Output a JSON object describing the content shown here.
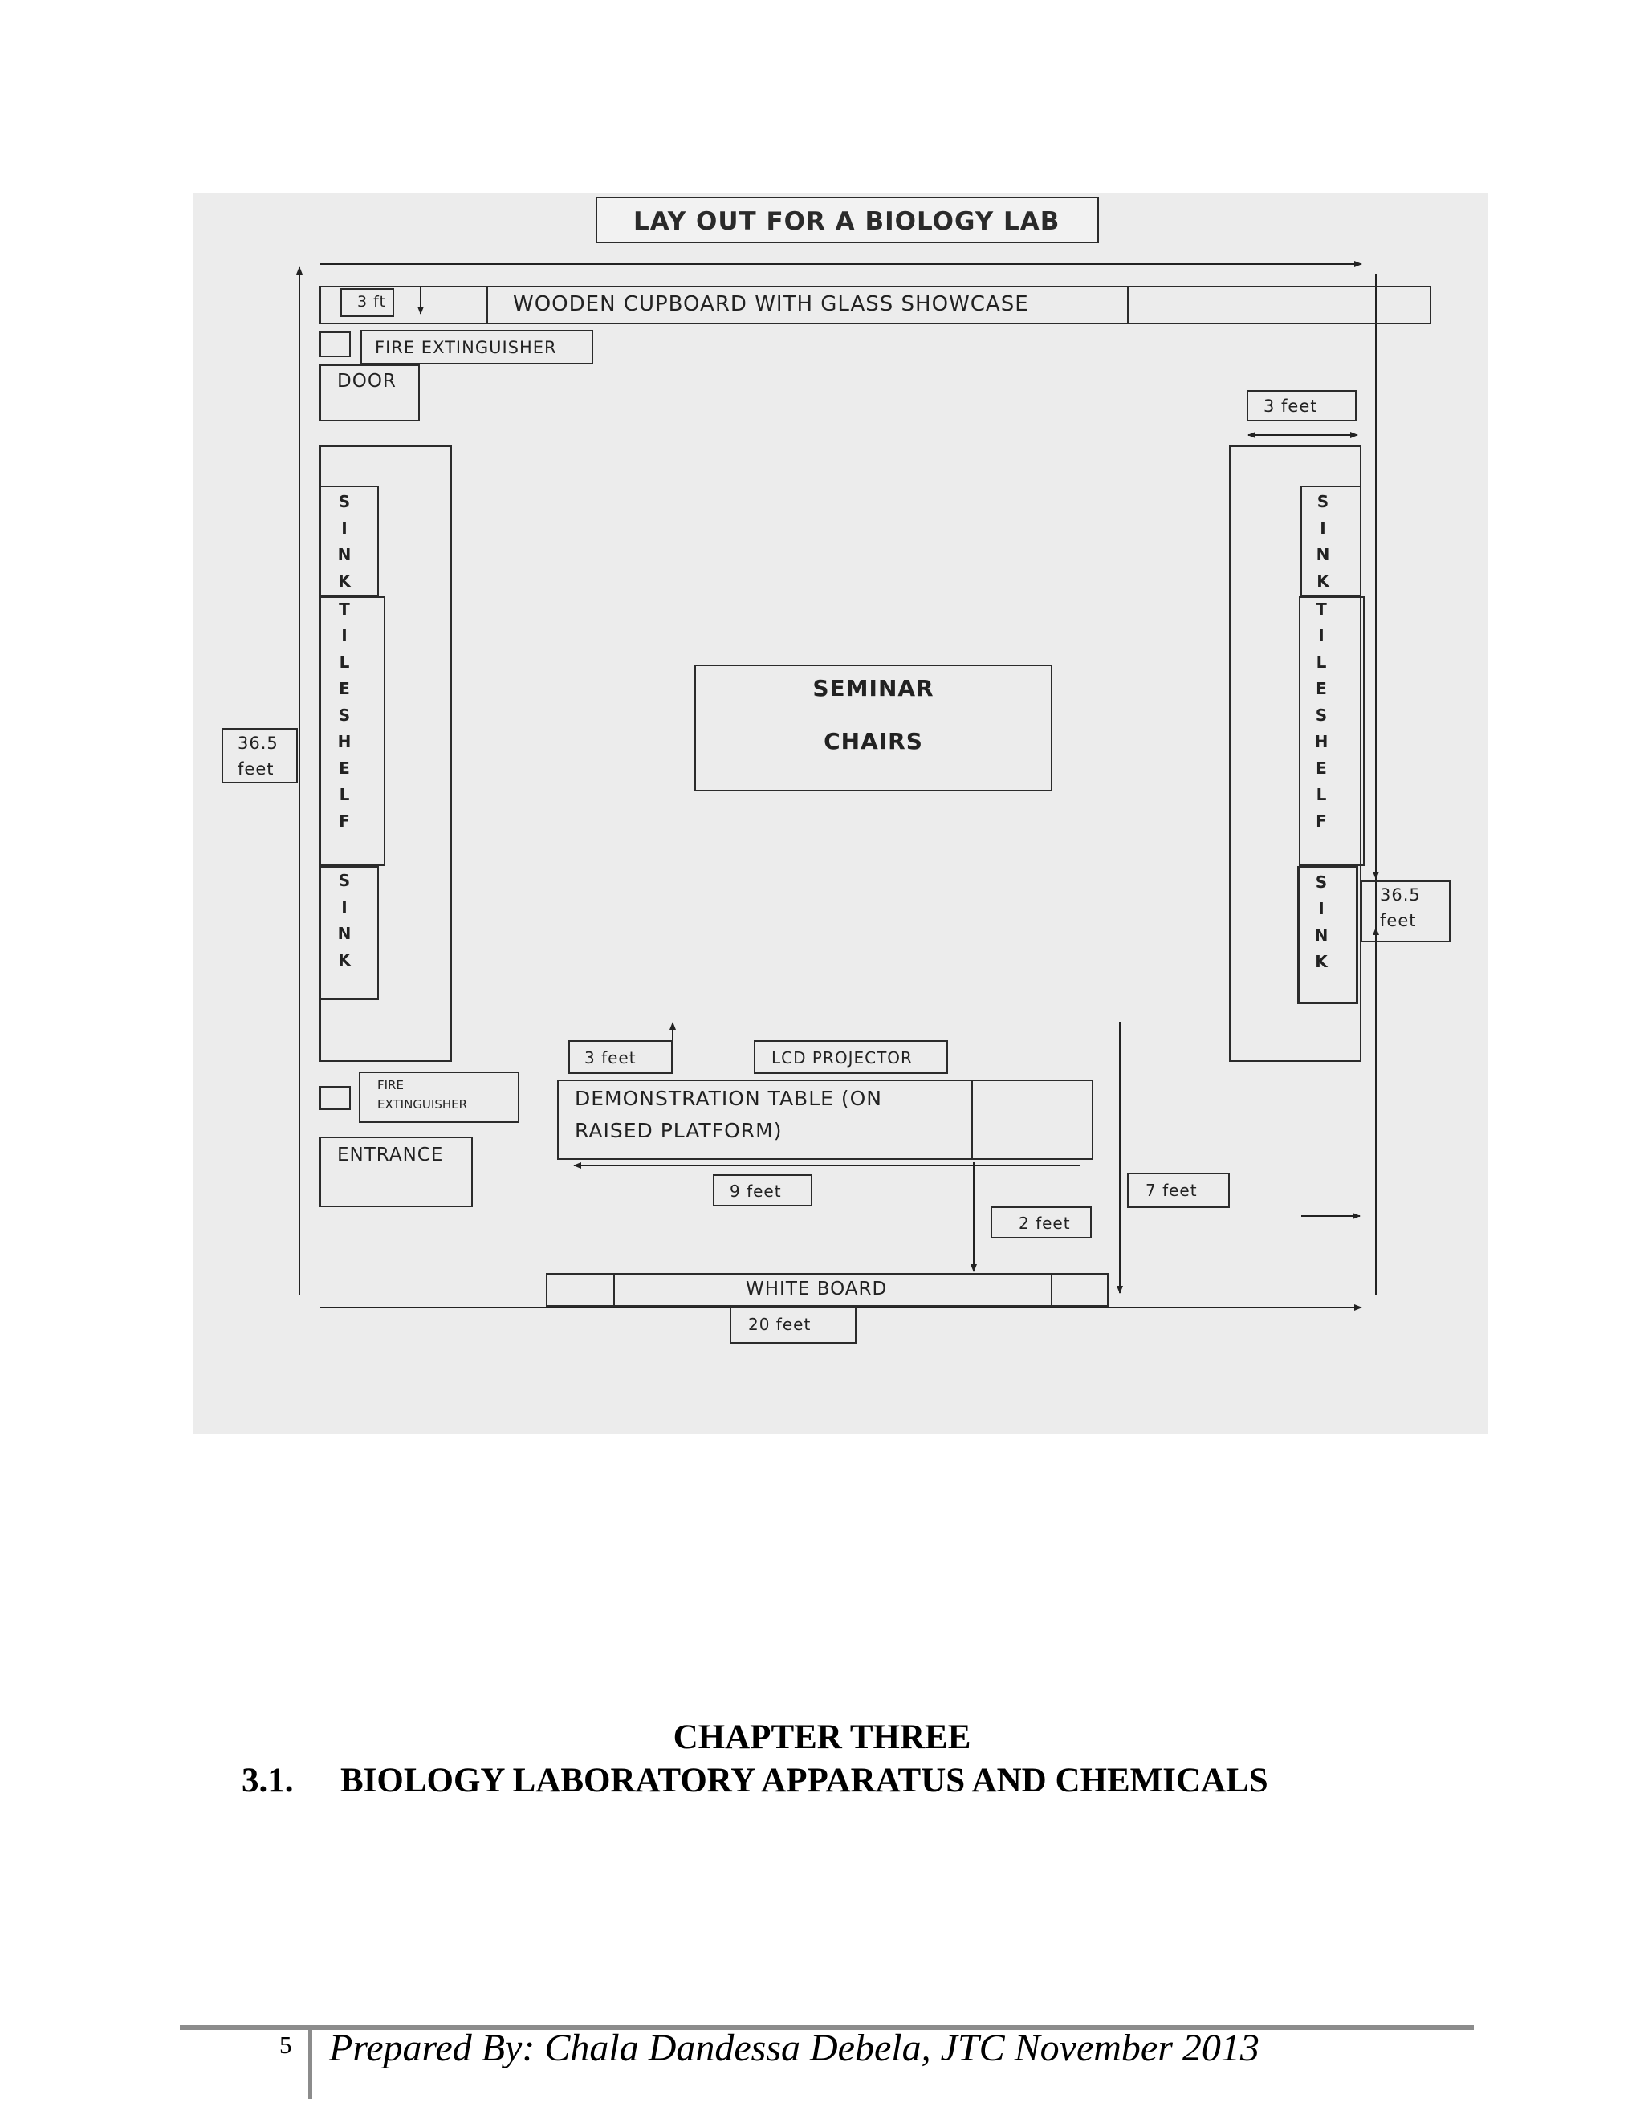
{
  "diagram": {
    "title": "LAY OUT FOR A BIOLOGY LAB",
    "cupboard_size": "3 ft",
    "cupboard": "WOODEN CUPBOARD WITH GLASS  SHOWCASE",
    "fire_extinguisher_top": "FIRE EXTINGUISHER",
    "door": "DOOR",
    "right_width": "3  feet",
    "left_height_value": "36.5",
    "left_height_unit": "feet",
    "right_height_value": "36.5",
    "right_height_unit": "feet",
    "sink": [
      "S",
      "I",
      "N",
      "K"
    ],
    "tile_shelf": [
      "T",
      "I",
      "L",
      "E",
      "S",
      "H",
      "E",
      "L",
      "F"
    ],
    "seminar_line1": "SEMINAR",
    "seminar_line2": "CHAIRS",
    "table_gap": "3 feet",
    "lcd_projector": "LCD PROJECTOR",
    "fire_extinguisher_bottom_line1": "FIRE",
    "fire_extinguisher_bottom_line2": "EXTINGUISHER",
    "demo_table_line1": "DEMONSTRATION TABLE (ON",
    "demo_table_line2": "RAISED PLATFORM)",
    "entrance": "ENTRANCE",
    "table_length": "9 feet",
    "side_gap": "7 feet",
    "board_gap": "2 feet",
    "white_board": "WHITE BOARD",
    "bottom_width": "20 feet"
  },
  "chapter": {
    "title": "CHAPTER THREE",
    "section_number": "3.1.",
    "section_title": "BIOLOGY LABORATORY APPARATUS AND CHEMICALS"
  },
  "footer": {
    "page_number": "5",
    "credit": "Prepared By: Chala Dandessa Debela, JTC November 2013"
  }
}
